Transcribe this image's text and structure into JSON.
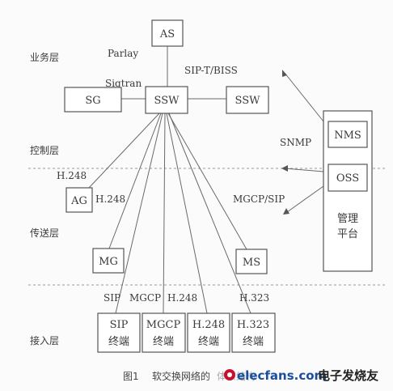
{
  "layers": {
    "service": "业务层",
    "control": "控制层",
    "transport": "传送层",
    "access": "接入层"
  },
  "nodes": {
    "as": "AS",
    "sg": "SG",
    "ssw_main": "SSW",
    "ssw_peer": "SSW",
    "nms": "NMS",
    "oss": "OSS",
    "platform_line1": "管理",
    "platform_line2": "平台",
    "ag": "AG",
    "mg": "MG",
    "ms": "MS",
    "term_sip_1": "SIP",
    "term_sip_2": "终端",
    "term_mgcp_1": "MGCP",
    "term_mgcp_2": "终端",
    "term_h248_1": "H.248",
    "term_h248_2": "终端",
    "term_h323_1": "H.323",
    "term_h323_2": "终端"
  },
  "protocols": {
    "parlay": "Parlay",
    "sigtran": "Sigtran",
    "sipt_biss": "SIP-T/BISS",
    "snmp": "SNMP",
    "h248_top": "H.248",
    "h248_ag": "H.248",
    "mgcp_sip": "MGCP/SIP",
    "sip": "SIP",
    "mgcp": "MGCP",
    "h248_term": "H.248",
    "h323": "H.323"
  },
  "caption": {
    "figure": "图1",
    "title": "软交换网络的",
    "overlay": "体系结构"
  },
  "watermark": {
    "site": "elecfans.com",
    "brand": "电子发烧友"
  },
  "colors": {
    "ink": "#3a3a3a",
    "watermark_blue": "#1a4fa0",
    "watermark_red": "#c8102e"
  }
}
